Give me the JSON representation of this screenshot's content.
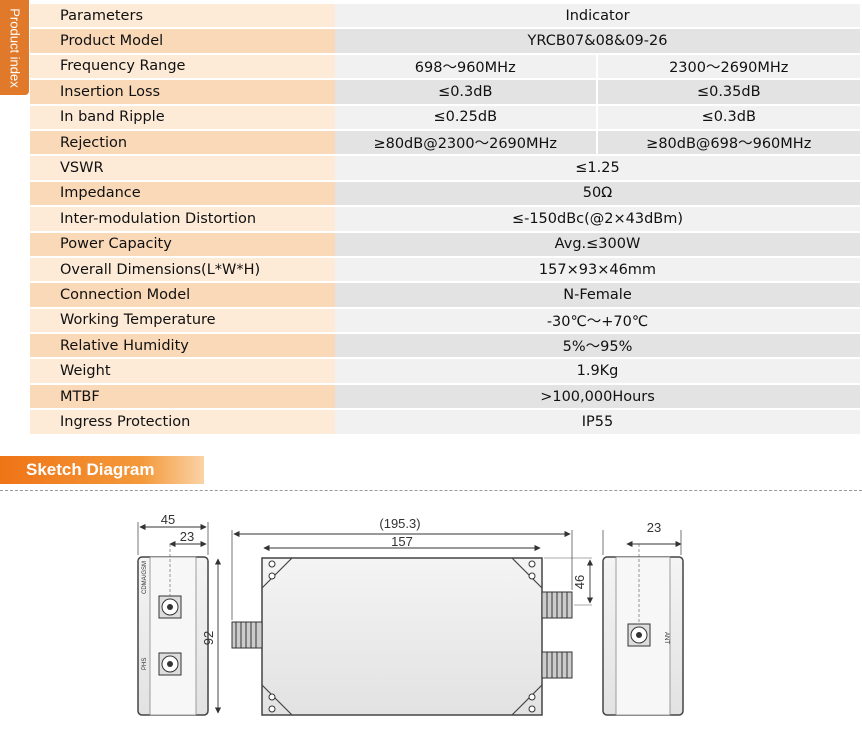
{
  "side_tab": "Product index",
  "header": {
    "param": "Parameters",
    "value": "Indicator"
  },
  "rows": [
    {
      "param": "Product Model",
      "value": "YRCB07&08&09-26"
    },
    {
      "param": "Frequency Range",
      "left": "698～960MHz",
      "right": "2300～2690MHz"
    },
    {
      "param": "Insertion Loss",
      "left": "≤0.3dB",
      "right": "≤0.35dB"
    },
    {
      "param": "In band Ripple",
      "left": "≤0.25dB",
      "right": "≤0.3dB"
    },
    {
      "param": "Rejection",
      "left": "≥80dB@2300～2690MHz",
      "right": "≥80dB@698～960MHz"
    },
    {
      "param": "VSWR",
      "value": "≤1.25"
    },
    {
      "param": "Impedance",
      "value": "50Ω"
    },
    {
      "param": "Inter-modulation Distortion",
      "value": "≤-150dBc(@2×43dBm)"
    },
    {
      "param": "Power Capacity",
      "value": "Avg.≤300W"
    },
    {
      "param": "Overall Dimensions(L*W*H)",
      "value": "157×93×46mm"
    },
    {
      "param": "Connection Model",
      "value": "N-Female"
    },
    {
      "param": "Working Temperature",
      "value": "-30℃～+70℃"
    },
    {
      "param": "Relative Humidity",
      "value": "5%～95%"
    },
    {
      "param": "Weight",
      "value": "1.9Kg"
    },
    {
      "param": "MTBF",
      "value": ">100,000Hours"
    },
    {
      "param": "Ingress Protection",
      "value": "IP55"
    }
  ],
  "sketch": {
    "title": "Sketch Diagram",
    "dims": {
      "width_left": "45",
      "offset_left": "23",
      "height_left": "92",
      "length_total": "(195.3)",
      "length_body": "157",
      "offset_right_h": "46",
      "offset_right_top": "23"
    },
    "port_labels": {
      "left_top": "CDMA/GSM",
      "left_bottom": "PHS",
      "right": "ANT"
    }
  }
}
